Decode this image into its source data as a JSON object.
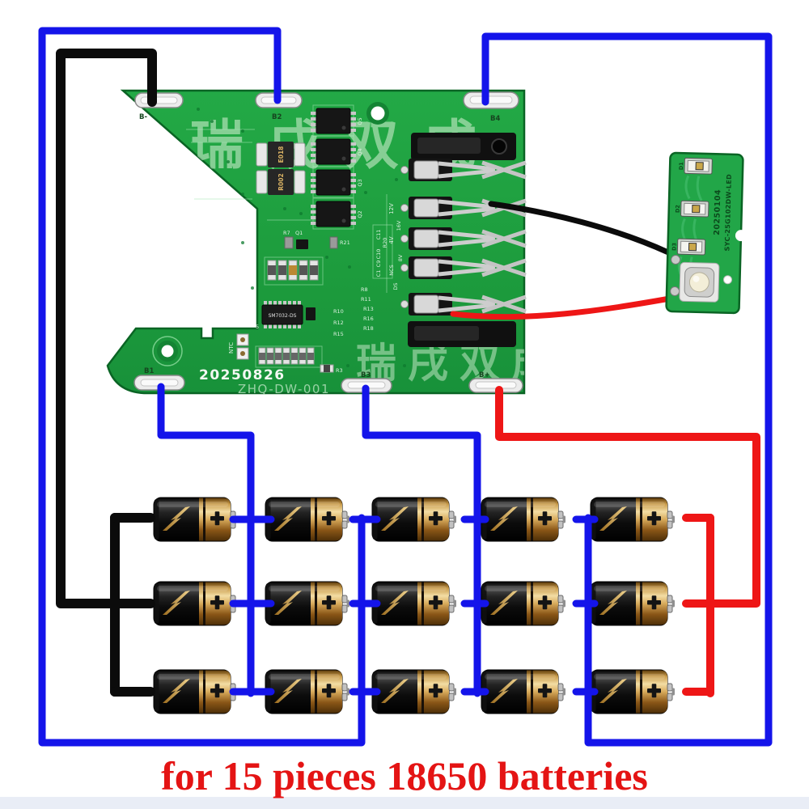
{
  "caption": {
    "text": "for 15 pieces 18650 batteries",
    "color": "#e41414"
  },
  "wires": {
    "blue": "#1414ea",
    "black": "#0b0b0b",
    "red": "#ee1616"
  },
  "main_pcb": {
    "board_color": "#1fa040",
    "watermark": "瑞戌双成",
    "date_code": "20250826",
    "model_code": "ZHQ-DW-001",
    "pads": {
      "b_minus": "B-",
      "b1": "B1",
      "b2": "B2",
      "b3": "B3",
      "b4": "B4",
      "b_plus": "B+"
    },
    "mosfets": [
      "Q5",
      "Q4",
      "Q3",
      "Q2"
    ],
    "shunts": [
      "E018",
      "R002"
    ],
    "ic_label": "SM7032-DS",
    "terminal_labels": [
      "12V",
      "16V",
      "4V",
      "8V",
      "NCS",
      "DS"
    ],
    "refs": {
      "ntc": "NTC",
      "r7": "R7",
      "q1": "Q1",
      "r21": "R21",
      "r3": "R3",
      "r8": "R8",
      "r11": "R11",
      "r13": "R13",
      "r16": "R16",
      "r18": "R18",
      "r10": "R10",
      "r12": "R12",
      "r15": "R15",
      "c11": "C11",
      "c10": "C10",
      "c9": "C9",
      "c1": "C1",
      "r20": "R20",
      "pin5": "5"
    }
  },
  "led_board": {
    "board_color": "#22a648",
    "date_code": "20250104",
    "model_code": "SYC-25G102DW-LED",
    "leds": [
      "D1",
      "D2",
      "D3"
    ]
  },
  "battery": {
    "count": 15,
    "layout": "3 rows x 5 columns",
    "plus_symbol": "+"
  }
}
